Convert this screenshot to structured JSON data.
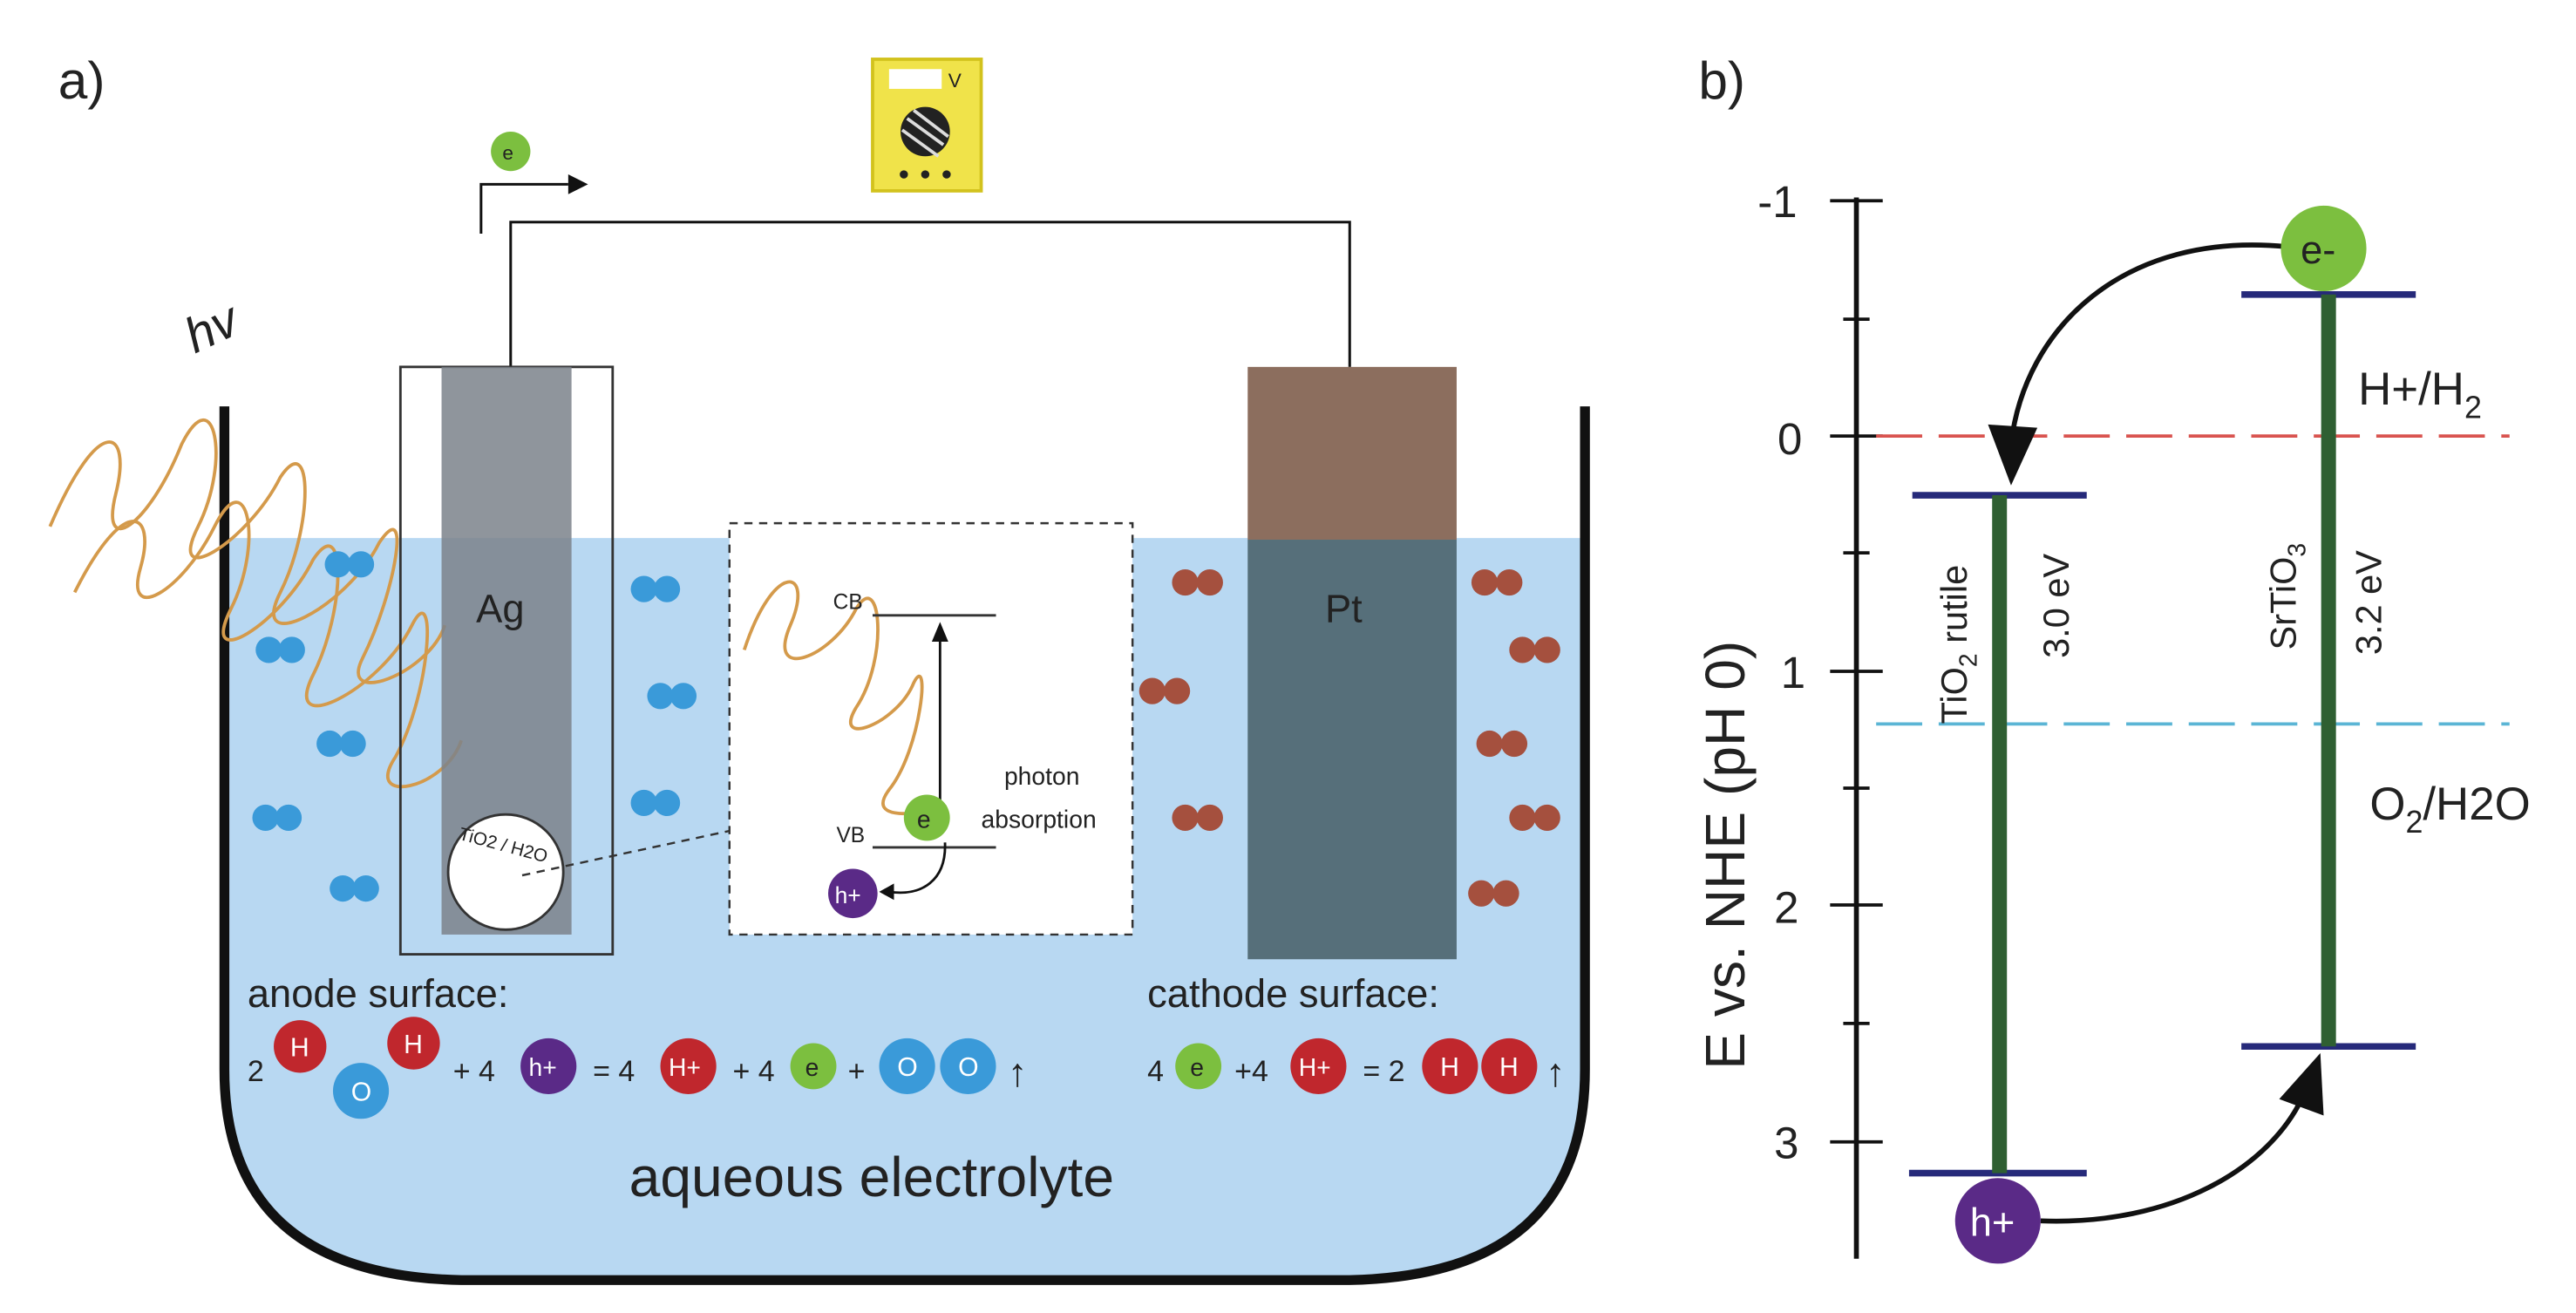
{
  "panel_a": {
    "label": "a)",
    "hv": "hv",
    "meter_label": "V",
    "electron": "e",
    "anode_label": "Ag",
    "cathode_label": "Pt",
    "inset": {
      "cb": "CB",
      "vb": "VB",
      "electron": "e",
      "hole": "h+",
      "photon_line1": "photon",
      "photon_line2": "absorption"
    },
    "anode_surface": "anode surface:",
    "cathode_surface": "cathode surface:",
    "anode_eq": {
      "coef_water": "2",
      "h": "H",
      "o": "O",
      "plus4": "+ 4",
      "hole": "h+",
      "eq4": "= 4",
      "hplus": "H+",
      "plus4b": "+ 4",
      "e": "e",
      "plus": "+",
      "o2a": "O",
      "o2b": "O",
      "arrow": "↑"
    },
    "cathode_eq": {
      "c4a": "4",
      "e": "e",
      "plus4": "+4",
      "hplus": "H+",
      "eq2": "= 2",
      "h2a": "H",
      "h2b": "H",
      "arrow": "↑"
    },
    "electrolyte_label": "aqueous electrolyte",
    "dotted_surface_text": "TiO2 / H2O"
  },
  "panel_b": {
    "label": "b)",
    "axis_label": "E vs. NHE (pH 0)",
    "ticks": [
      "-1",
      "0",
      "1",
      "2",
      "3"
    ],
    "h_couple_main": "H+/H",
    "h_couple_sub": "2",
    "o_couple_pre": "O",
    "o_couple_sub": "2",
    "o_couple_post": "/H2O",
    "tio2_pre": "TiO",
    "tio2_sub": "2",
    "tio2_post": " rutile",
    "tio2_gap": "3.0 eV",
    "srtio3_pre": "SrTiO",
    "srtio3_sub": "3",
    "srtio3_gap": "3.2 eV",
    "electron": "e-",
    "hole": "h+"
  },
  "chart_data": {
    "type": "energy-level-diagram",
    "ylabel": "E vs. NHE (pH 0)",
    "ylim": [
      3.5,
      -1
    ],
    "ticks": [
      -1,
      0,
      1,
      2,
      3
    ],
    "reference_lines": [
      {
        "name": "H+/H2",
        "value": 0,
        "color": "#d9534f"
      },
      {
        "name": "O2/H2O",
        "value": 1.23,
        "color": "#5bb5d5"
      }
    ],
    "materials": [
      {
        "name": "TiO2 rutile",
        "cb": 0.25,
        "vb": 3.15,
        "band_gap_ev": 3.0
      },
      {
        "name": "SrTiO3",
        "cb": -0.6,
        "vb": 2.6,
        "band_gap_ev": 3.2
      }
    ]
  }
}
